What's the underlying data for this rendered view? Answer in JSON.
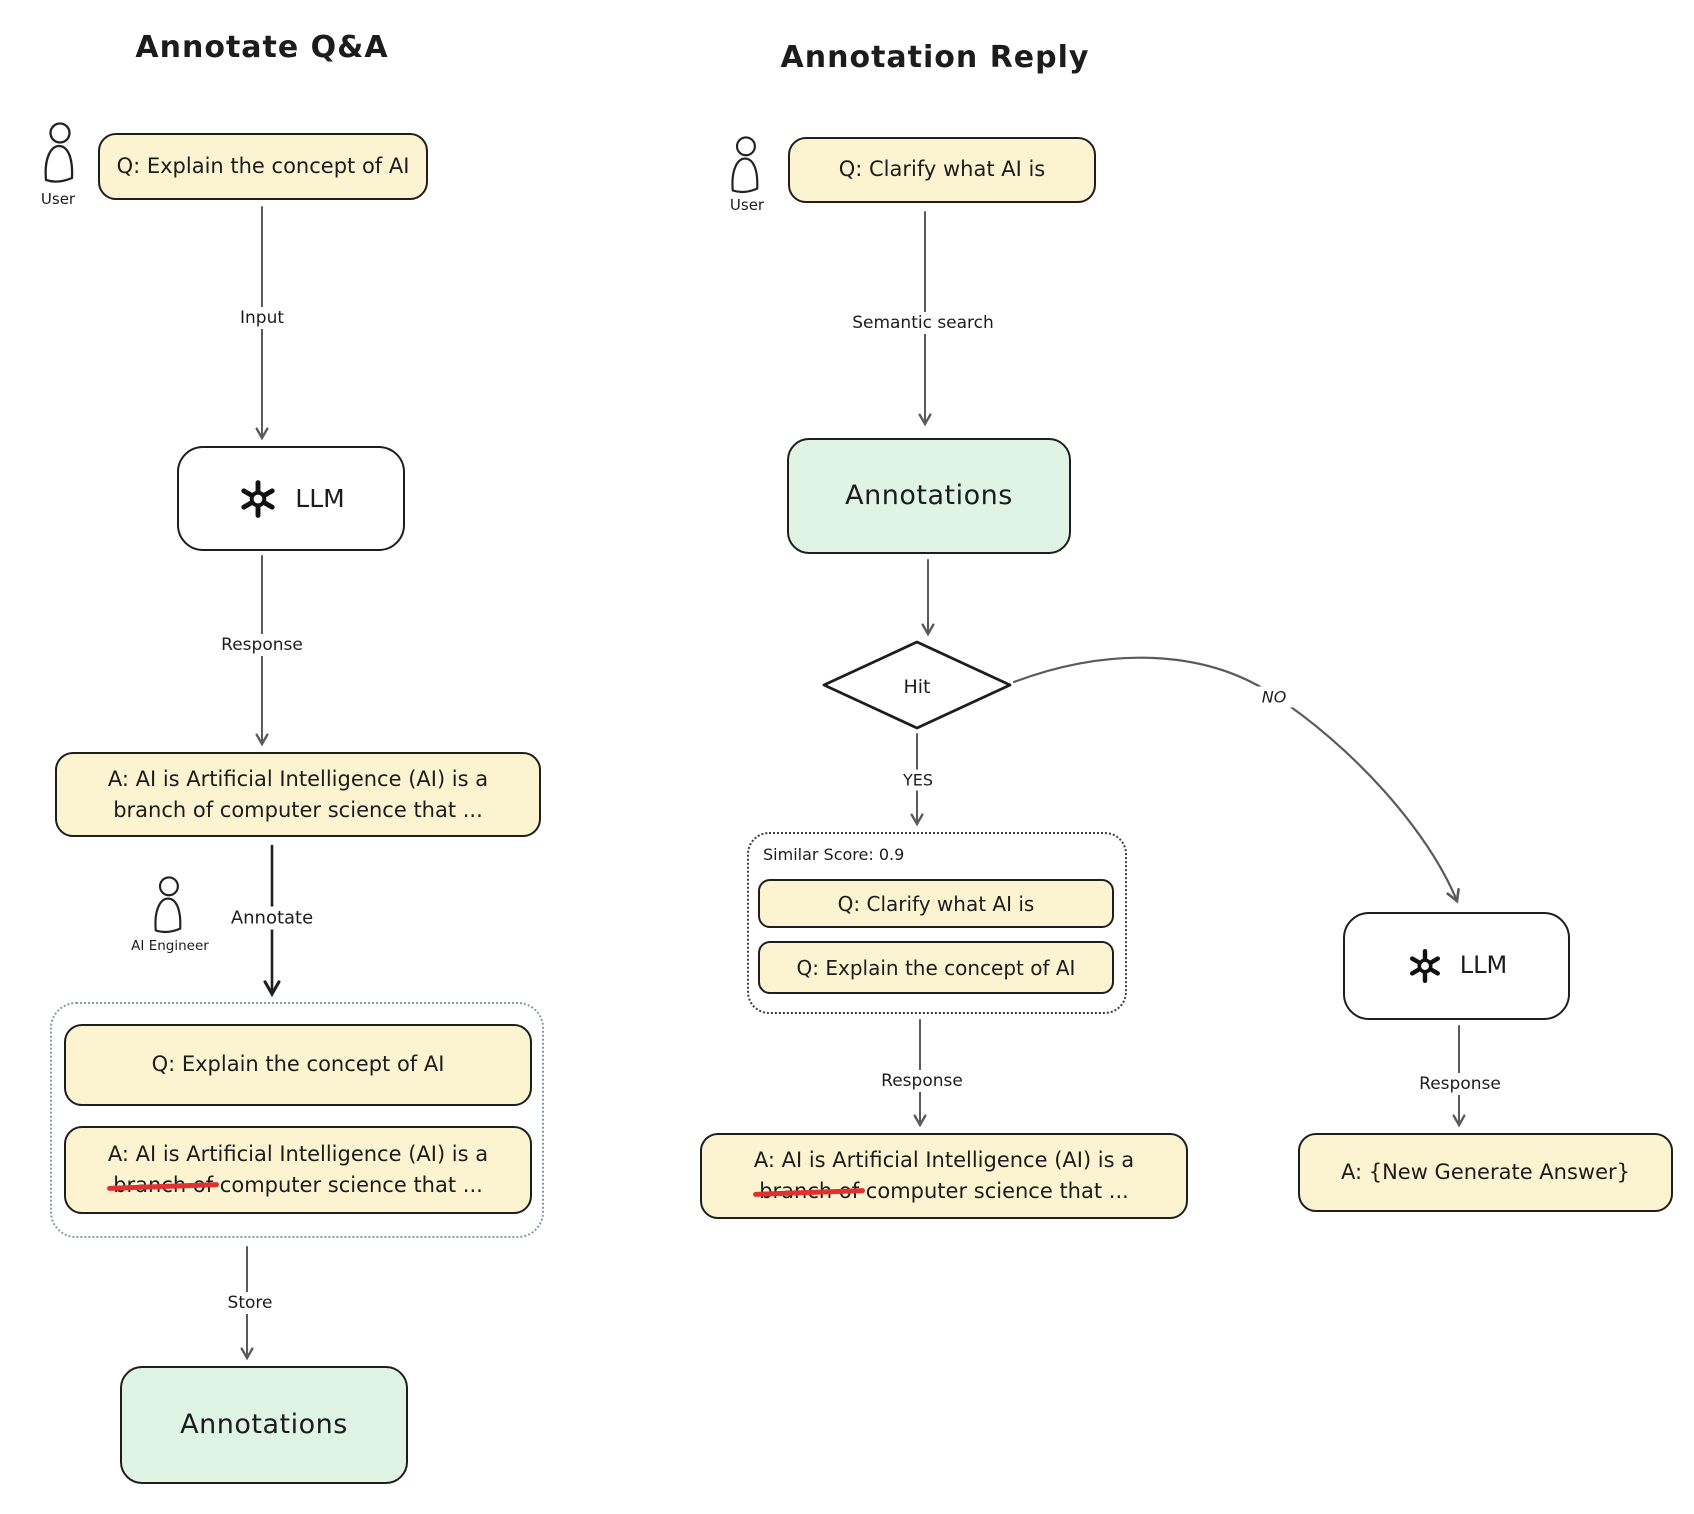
{
  "colors": {
    "node_fill_yellow": "#FCF3D0",
    "node_fill_green": "#E0F4E6",
    "node_border": "#1e1e1e",
    "strike_red": "#e03131",
    "dashed_group_left": "#8a98a8",
    "dashed_group_right": "#3e3e3e",
    "arrow": "#5a5a5a"
  },
  "icons": {
    "user": "user-icon",
    "ai_engineer": "user-icon",
    "openai": "openai-logo-icon"
  },
  "left": {
    "title": "Annotate Q&A",
    "user_label": "User",
    "question": "Q: Explain the concept of AI",
    "edge_input": "Input",
    "llm": "LLM",
    "edge_response": "Response",
    "answer_line1": "A: AI is Artificial Intelligence (AI) is a",
    "answer_line2": "branch of computer science that ...",
    "edge_annotate": "Annotate",
    "engineer_label": "AI Engineer",
    "annotated_question": "Q: Explain the concept of AI",
    "annotated_answer_line1": "A: AI is Artificial Intelligence (AI) is a",
    "annotated_answer_struck": "branch of",
    "annotated_answer_rest": "computer science that ...",
    "edge_store": "Store",
    "datastore": "Annotations"
  },
  "right": {
    "title": "Annotation Reply",
    "user_label": "User",
    "question": "Q: Clarify what AI is",
    "edge_semantic": "Semantic search",
    "datastore": "Annotations",
    "decision": "Hit",
    "edge_yes": "YES",
    "edge_no": "NO",
    "similar_score": "Similar Score: 0.9",
    "match_q1": "Q: Clarify what AI is",
    "match_q2": "Q: Explain the concept of AI",
    "edge_response": "Response",
    "answer_line1": "A: AI is Artificial Intelligence (AI) is a",
    "answer_struck": "branch of",
    "answer_rest": "computer science that ...",
    "llm": "LLM",
    "edge_llm_response": "Response",
    "new_answer": "A: {New Generate Answer}"
  }
}
